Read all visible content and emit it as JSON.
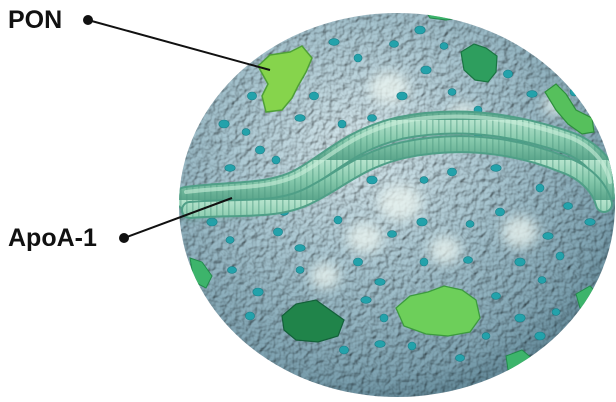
{
  "labels": {
    "pon": "PON",
    "apoa1": "ApoA-1"
  },
  "colors": {
    "background": "#ffffff",
    "particle_base": "#9fbfcc",
    "particle_highlight": "#d3e6ec",
    "particle_shadow": "#5f8595",
    "dots": "#2aa7b0",
    "pale_spots": "#e8f3ef",
    "pon_bright": "#86d44c",
    "pon_mid": "#52bb6a",
    "pon_dark": "#1f8f52",
    "apoa1_band": "#8fd0b3",
    "apoa1_band_dark": "#4f9f87",
    "leader_line": "#111111"
  },
  "icons": {
    "particle": "lipoprotein-particle-illustration",
    "pon": "paraoxonase-patch",
    "apoa1": "apolipoprotein-band"
  }
}
